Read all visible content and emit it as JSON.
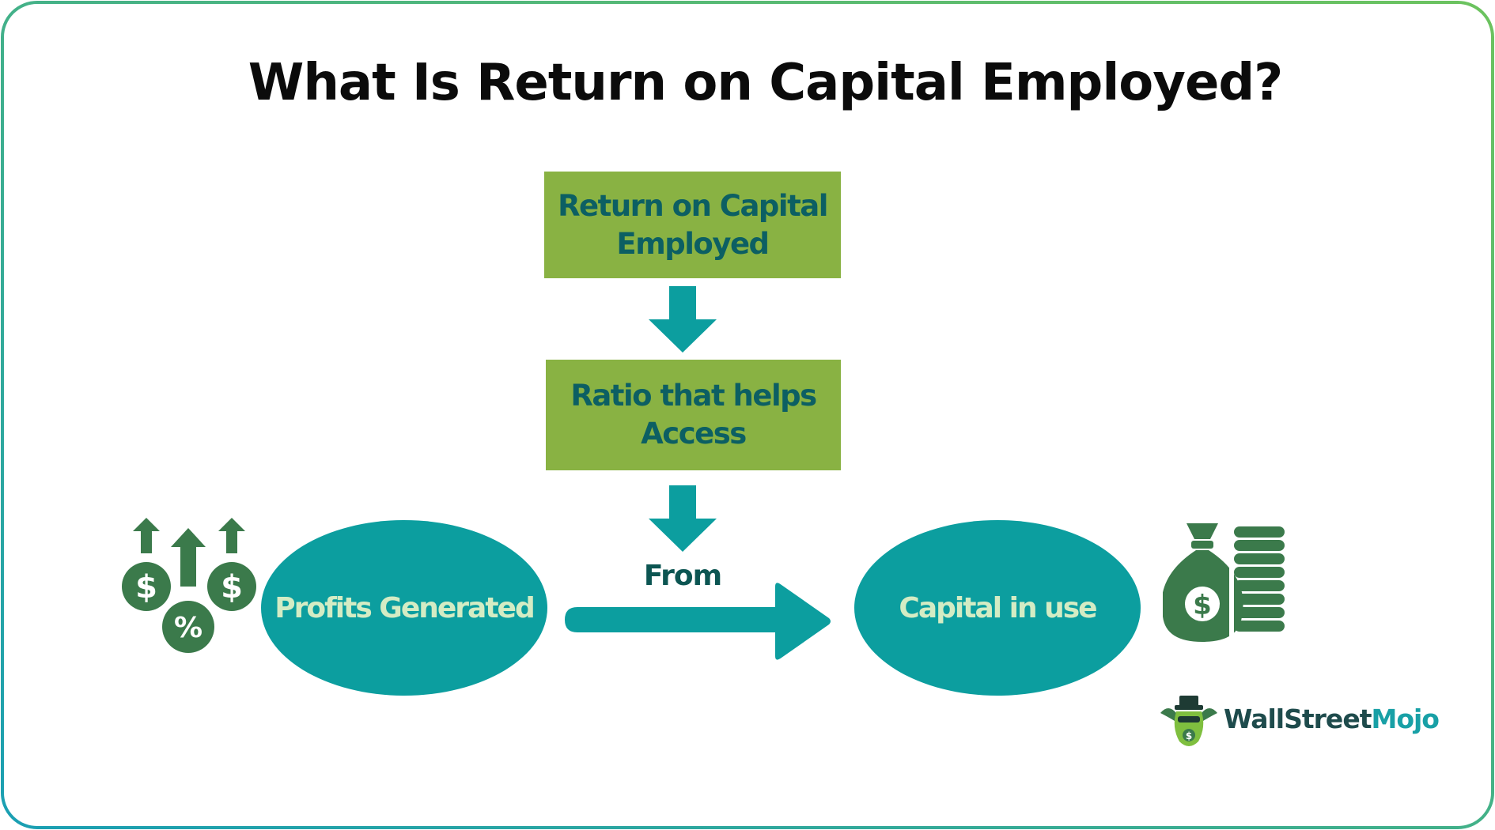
{
  "title": "What Is Return on Capital Employed?",
  "boxes": {
    "top": [
      "Return on Capital",
      "Employed"
    ],
    "middle": [
      "Ratio that helps",
      "Access"
    ]
  },
  "ellipses": {
    "left": "Profits Generated",
    "right": "Capital in use"
  },
  "arrow_label": "From",
  "brand": {
    "part1": "WallStreet",
    "part2": "Mojo"
  },
  "colors": {
    "box_fill": "#89b243",
    "box_text": "#0c5f63",
    "ellipse_fill": "#0c9e9f",
    "ellipse_text": "#d4ecc4",
    "arrow": "#0c9e9f",
    "icon_green": "#3b7a4b",
    "border_start": "#1a9fb3",
    "border_end": "#6cc35e"
  },
  "icons": {
    "left": "money-growth-icon",
    "right": "money-bag-coins-icon",
    "brand": "bull-mascot-icon"
  }
}
